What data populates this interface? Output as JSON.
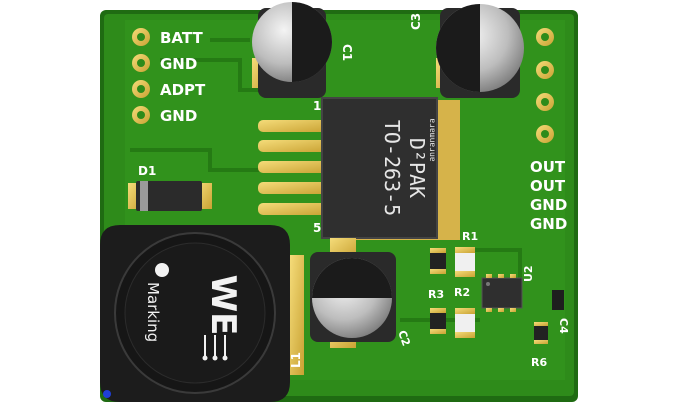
{
  "pcb": {
    "colors": {
      "board": "#2e8b1a",
      "board_dark": "#1f6b12",
      "copper_pad": "#e8c54a",
      "silkscreen": "#ffffff",
      "ic_body": "#2f2f2f",
      "inductor_body": "#1c1c1c",
      "capacitor_can": "#c9c9c9"
    },
    "left_header_labels": [
      "BATT",
      "GND",
      "ADPT",
      "GND"
    ],
    "right_header_labels": [
      "OUT",
      "OUT",
      "GND",
      "GND"
    ],
    "designators": {
      "c1": "C1",
      "c3": "C3",
      "c2": "C2",
      "c4": "C4",
      "d1": "D1",
      "r1": "R1",
      "r2": "R2",
      "r3": "R3",
      "r6": "R6",
      "u2": "U2",
      "l1": "L1",
      "pin5": "5",
      "pin1": "1"
    },
    "ic_main": {
      "line1": "D²PAK",
      "line2": "TO-263-5",
      "small": "ɐɹɐɯuɐɹuɐ"
    },
    "inductor": {
      "marking": "Marking",
      "logo": "WE"
    },
    "icons": [
      "capacitor-can-icon",
      "inductor-logo-icon",
      "pin-one-dot-icon"
    ]
  }
}
